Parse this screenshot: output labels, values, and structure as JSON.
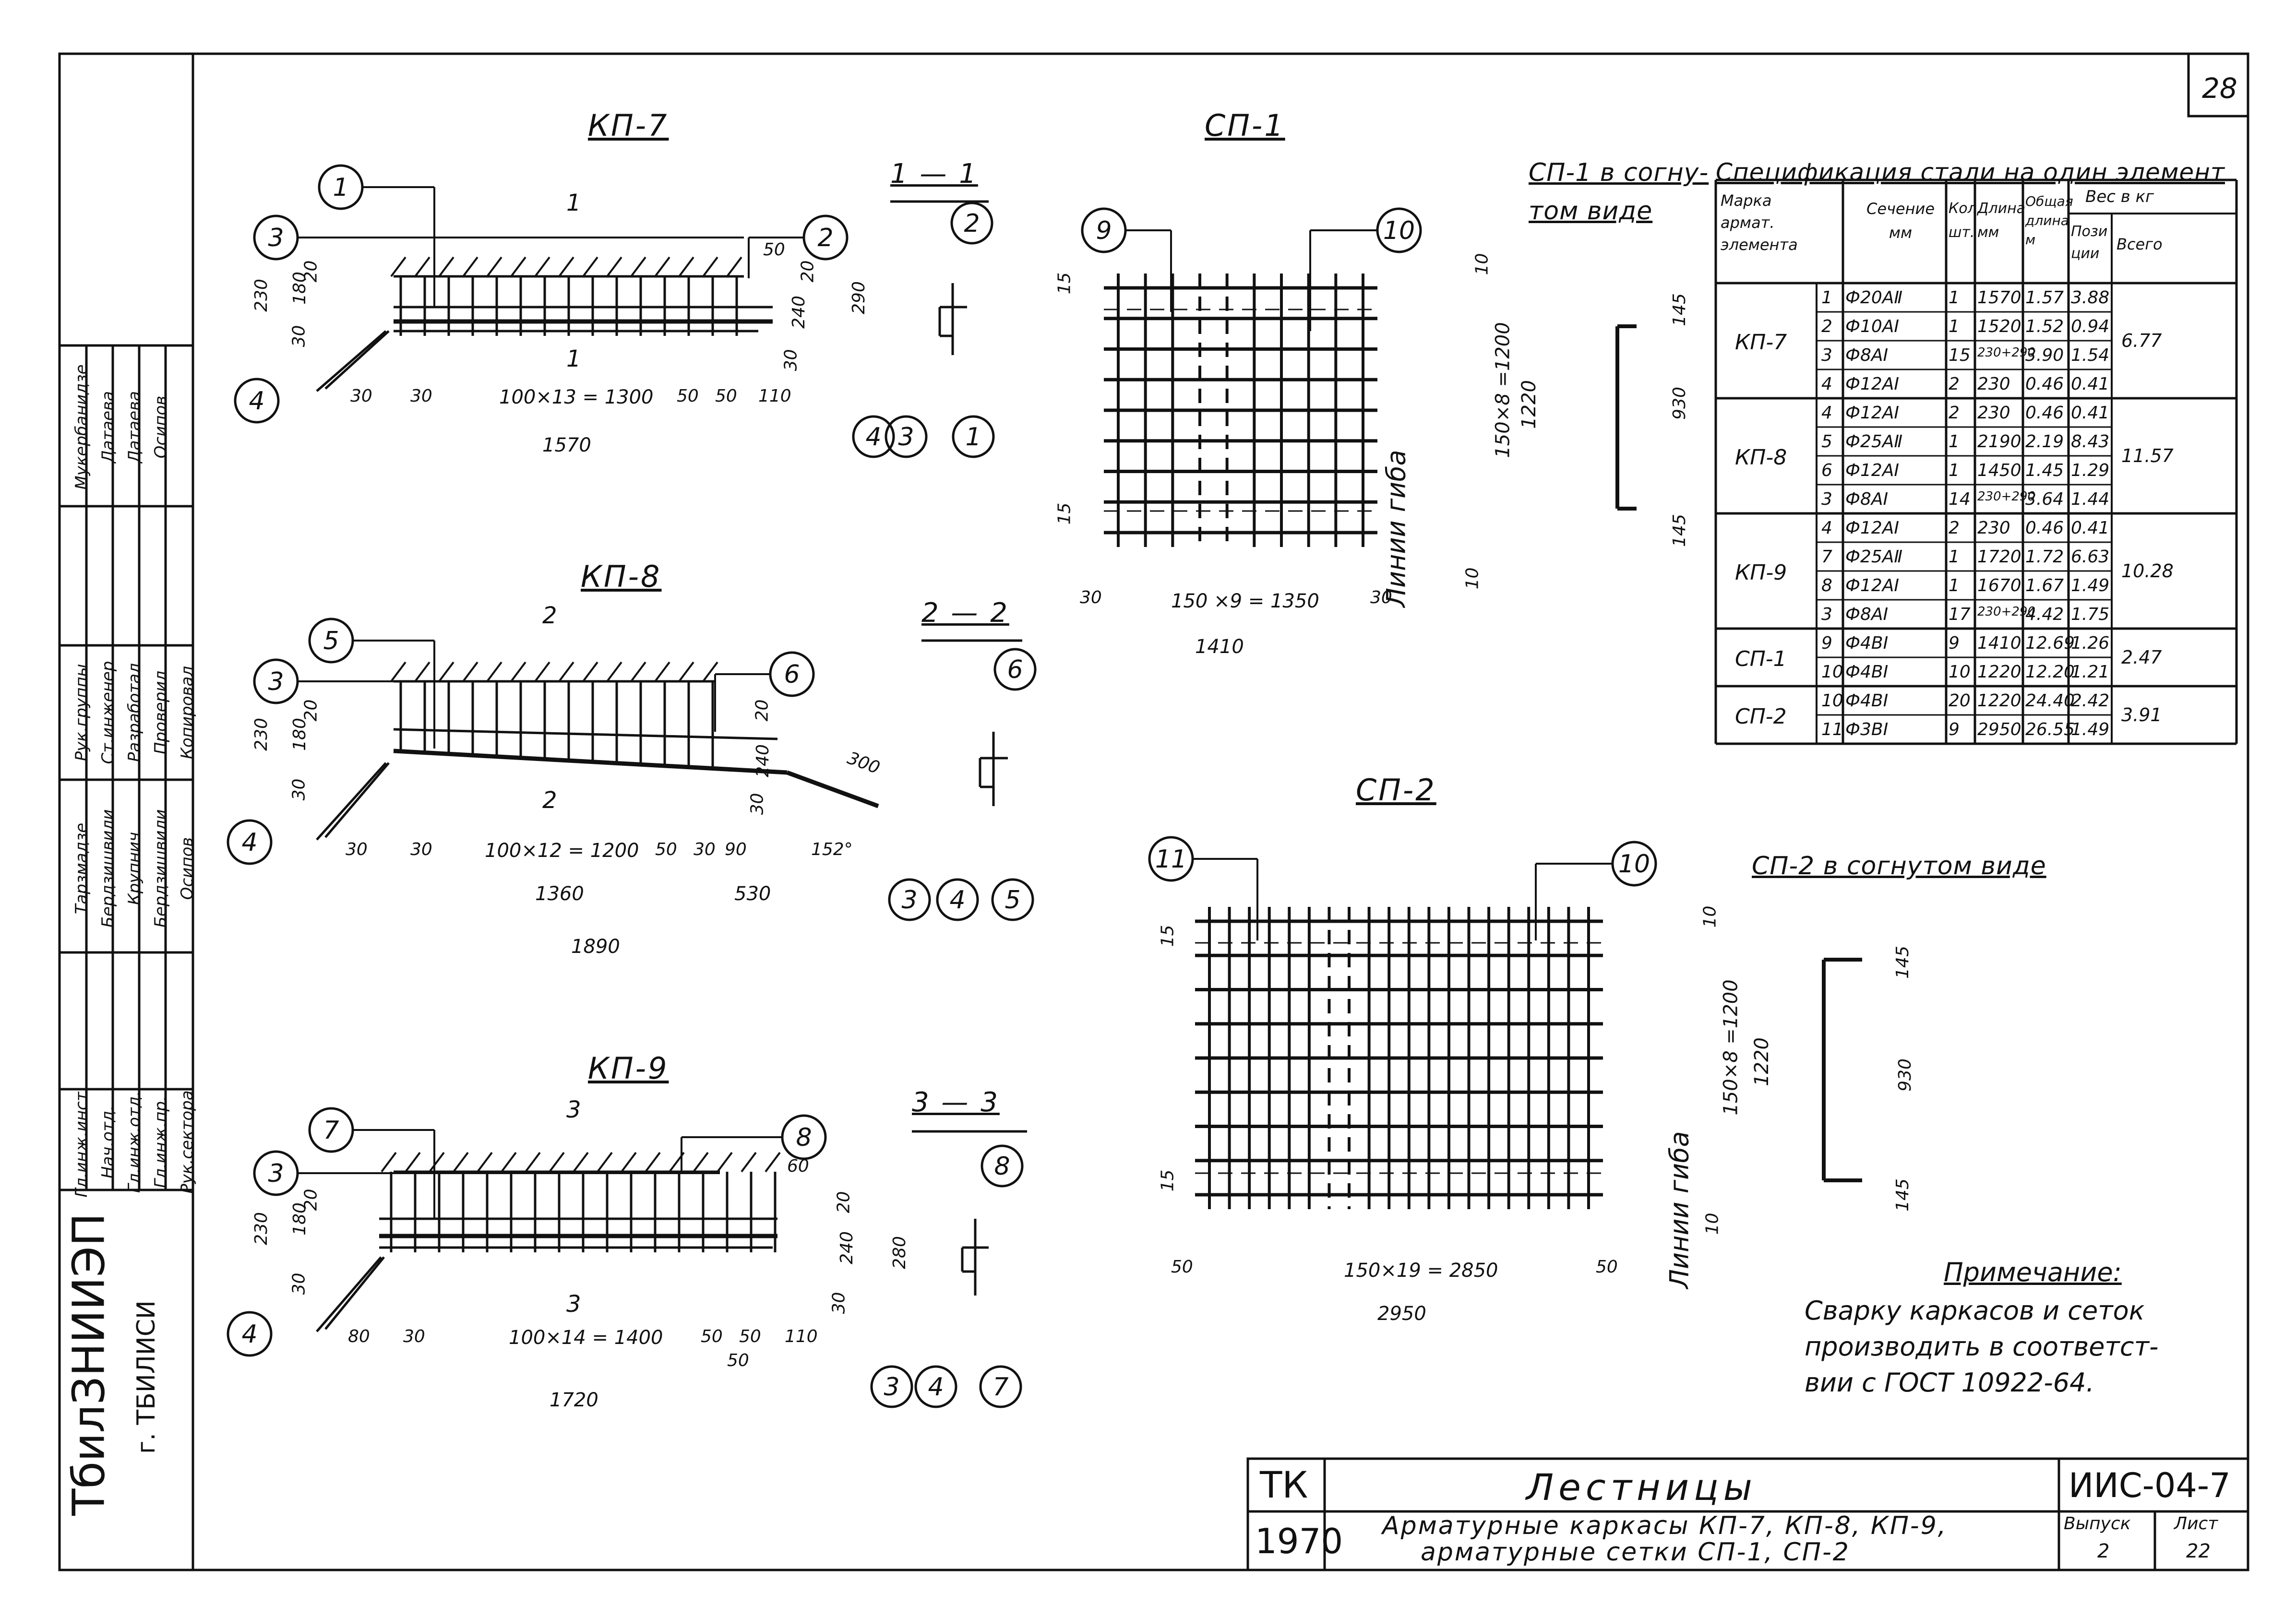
{
  "sheet": {
    "sheet_no": "28",
    "stamp_tk": "ТК",
    "stamp_year": "1970",
    "title": "Лестницы",
    "subtitle_line1": "Арматурные каркасы КП-7, КП-8, КП-9,",
    "subtitle_line2": "арматурные сетки СП-1, СП-2",
    "code": "ИИС-04-7",
    "issue_label": "Выпуск",
    "issue": "2",
    "list_label": "Лист",
    "list": "22"
  },
  "organization": {
    "name": "ТбилЗНИИЭП",
    "city": "г. ТБИЛИСИ"
  },
  "signatures": {
    "roles": [
      "Гл.инж.инст.",
      "Нач.отд.",
      "Гл.инж.отд.",
      "Гл.инж.пр.",
      "Рук.сектора"
    ],
    "names": [
      "Тарзмадзе",
      "Бердзишвили",
      "Крупнич",
      "Бердзишвили",
      "Осипов"
    ],
    "roles2": [
      "Рук.группы",
      "Ст.инженер",
      "Разработал",
      "Проверил",
      "Копировал"
    ],
    "names2": [
      "Мукербанидзе",
      "Датаева",
      "Датаева",
      "Осипов",
      ""
    ]
  },
  "kp7": {
    "title": "КП-7",
    "section_mark": "1",
    "section_title": "1 — 1",
    "markers": [
      "1",
      "2",
      "3",
      "4"
    ],
    "dims": {
      "h230": "230",
      "h180": "180",
      "h20": "20",
      "h30": "30",
      "top50": "50",
      "r240": "240",
      "r20": "20",
      "r30": "30",
      "sec290": "290",
      "b30a": "30",
      "b30b": "30",
      "pitch": "100×13 = 1300",
      "b50a": "50",
      "b50b": "50",
      "b110": "110",
      "total": "1570"
    }
  },
  "kp8": {
    "title": "КП-8",
    "section_mark": "2",
    "section_title": "2 — 2",
    "markers": [
      "5",
      "6",
      "3",
      "4"
    ],
    "dims": {
      "h230": "230",
      "h180": "180",
      "h20": "20",
      "h30": "30",
      "r20": "20",
      "r240": "240",
      "r30": "30",
      "d300": "300",
      "ang": "152°",
      "b30a": "30",
      "b30b": "30",
      "pitch": "100×12 = 1200",
      "b50": "50",
      "b30c": "30",
      "b90": "90",
      "d1360": "1360",
      "d530": "530",
      "total": "1890"
    }
  },
  "kp9": {
    "title": "КП-9",
    "section_mark": "3",
    "section_title": "3 — 3",
    "markers": [
      "7",
      "8",
      "3",
      "4"
    ],
    "dims": {
      "h230": "230",
      "h180": "180",
      "h20": "20",
      "h30": "30",
      "top60": "60",
      "r20": "20",
      "r240": "240",
      "r30": "30",
      "sec280": "280",
      "b80": "80",
      "b30": "30",
      "pitch": "100×14 = 1400",
      "b50a": "50",
      "b50b": "50",
      "b110": "110",
      "b50c": "50",
      "total": "1720"
    }
  },
  "sp1": {
    "title": "СП-1",
    "markers": [
      "9",
      "10"
    ],
    "bent_title_1": "СП-1 в согну-",
    "bent_title_2": "том виде",
    "bend_label": "Линии гиба",
    "dims": {
      "t15": "15",
      "b15": "15",
      "l30": "30",
      "r30": "30",
      "pitch": "150 ×9 = 1350",
      "total": "1410",
      "v10a": "10",
      "v150": "150×8 =1200",
      "v1220": "1220",
      "v10b": "10",
      "bent145a": "145",
      "bent930": "930",
      "bent145b": "145"
    }
  },
  "sp2": {
    "title": "СП-2",
    "markers": [
      "11",
      "10"
    ],
    "bent_title": "СП-2 в согнутом виде",
    "bend_label": "Линии гиба",
    "dims": {
      "t15": "15",
      "b15": "15",
      "l50": "50",
      "r50": "50",
      "pitch": "150×19 = 2850",
      "total": "2950",
      "v10a": "10",
      "v150": "150×8 =1200",
      "v1220": "1220",
      "v10b": "10",
      "bent145a": "145",
      "bent930": "930",
      "bent145b": "145"
    }
  },
  "spec": {
    "title": "Спецификация стали на один элемент",
    "headers": {
      "mark": "Марка армат. элемента",
      "pos": "",
      "section": "Сечение мм",
      "qty": "Кол. шт.",
      "length": "Длина мм",
      "total_len": "Общая длина м",
      "weight": "Вес в кг",
      "weight_pos": "Пози ции",
      "weight_total": "Всего"
    },
    "groups": [
      {
        "mark": "КП-7",
        "total": "6.77",
        "rows": [
          [
            "1",
            "Ф20АⅡ",
            "1",
            "1570",
            "1.57",
            "3.88"
          ],
          [
            "2",
            "Ф10АⅠ",
            "1",
            "1520",
            "1.52",
            "0.94"
          ],
          [
            "3",
            "Ф8АⅠ",
            "15",
            "230+290",
            "3.90",
            "1.54"
          ],
          [
            "4",
            "Ф12АⅠ",
            "2",
            "230",
            "0.46",
            "0.41"
          ]
        ]
      },
      {
        "mark": "КП-8",
        "total": "11.57",
        "rows": [
          [
            "4",
            "Ф12АⅠ",
            "2",
            "230",
            "0.46",
            "0.41"
          ],
          [
            "5",
            "Ф25АⅡ",
            "1",
            "2190",
            "2.19",
            "8.43"
          ],
          [
            "6",
            "Ф12АⅠ",
            "1",
            "1450",
            "1.45",
            "1.29"
          ],
          [
            "3",
            "Ф8АⅠ",
            "14",
            "230+290",
            "3.64",
            "1.44"
          ]
        ]
      },
      {
        "mark": "КП-9",
        "total": "10.28",
        "rows": [
          [
            "4",
            "Ф12АⅠ",
            "2",
            "230",
            "0.46",
            "0.41"
          ],
          [
            "7",
            "Ф25АⅡ",
            "1",
            "1720",
            "1.72",
            "6.63"
          ],
          [
            "8",
            "Ф12АⅠ",
            "1",
            "1670",
            "1.67",
            "1.49"
          ],
          [
            "3",
            "Ф8АⅠ",
            "17",
            "230+290",
            "4.42",
            "1.75"
          ]
        ]
      },
      {
        "mark": "СП-1",
        "total": "2.47",
        "rows": [
          [
            "9",
            "Ф4ВⅠ",
            "9",
            "1410",
            "12.69",
            "1.26"
          ],
          [
            "10",
            "Ф4ВⅠ",
            "10",
            "1220",
            "12.20",
            "1.21"
          ]
        ]
      },
      {
        "mark": "СП-2",
        "total": "3.91",
        "rows": [
          [
            "10",
            "Ф4ВⅠ",
            "20",
            "1220",
            "24.40",
            "2.42"
          ],
          [
            "11",
            "Ф3ВⅠ",
            "9",
            "2950",
            "26.55",
            "1.49"
          ]
        ]
      }
    ]
  },
  "note": {
    "title": "Примечание:",
    "line1": "Сварку каркасов и сеток",
    "line2": "производить в соответст-",
    "line3": "вии с ГОСТ 10922-64."
  }
}
